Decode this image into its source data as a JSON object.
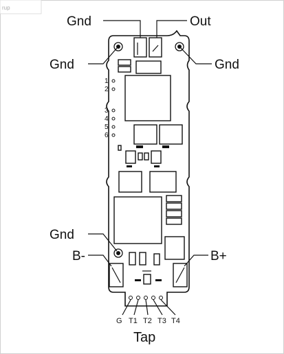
{
  "corner_tag": "rup",
  "labels": {
    "gnd_top": "Gnd",
    "out": "Out",
    "gnd_left": "Gnd",
    "gnd_right": "Gnd",
    "gnd_bottom": "Gnd",
    "b_minus": "B-",
    "b_plus": "B+",
    "tap": "Tap"
  },
  "cell_numbers": [
    "1",
    "2",
    "3",
    "4",
    "5",
    "6"
  ],
  "tap_pins": [
    "G",
    "T1",
    "T2",
    "T3",
    "T4"
  ],
  "colors": {
    "ink": "#111111",
    "paper": "#ffffff",
    "frame": "#d0d0d0"
  }
}
